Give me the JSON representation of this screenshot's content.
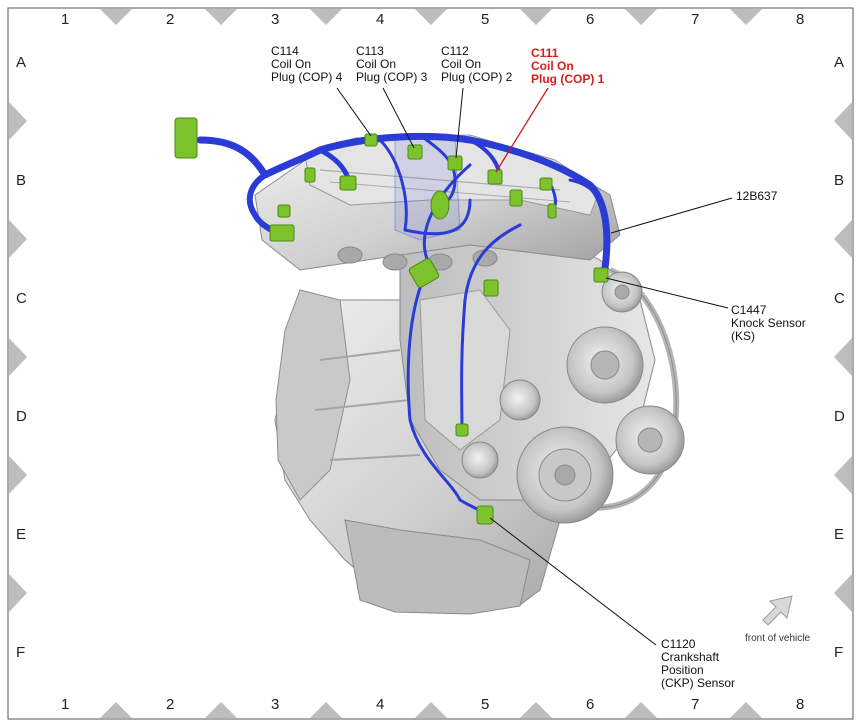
{
  "grid": {
    "columns": [
      "1",
      "2",
      "3",
      "4",
      "5",
      "6",
      "7",
      "8"
    ],
    "rows": [
      "A",
      "B",
      "C",
      "D",
      "E",
      "F"
    ]
  },
  "callouts": {
    "c114": {
      "id": "C114",
      "line1": "Coil On",
      "line2": "Plug (COP) 4"
    },
    "c113": {
      "id": "C113",
      "line1": "Coil On",
      "line2": "Plug (COP) 3"
    },
    "c112": {
      "id": "C112",
      "line1": "Coil On",
      "line2": "Plug (COP) 2"
    },
    "c111": {
      "id": "C111",
      "line1": "Coil On",
      "line2": "Plug (COP) 1"
    },
    "harness": {
      "id": "12B637"
    },
    "c1447": {
      "id": "C1447",
      "line1": "Knock Sensor",
      "line2": "(KS)"
    },
    "c1120": {
      "id": "C1120",
      "line1": "Crankshaft",
      "line2": "Position",
      "line3": "(CKP) Sensor"
    }
  },
  "orientation": {
    "label": "front of vehicle"
  },
  "colors": {
    "harness": "#2a3bd6",
    "connector": "#7cc22a",
    "engine": "#d4d4d4",
    "frame_marker": "#bdbdbd",
    "highlight": "#d31e1e"
  }
}
